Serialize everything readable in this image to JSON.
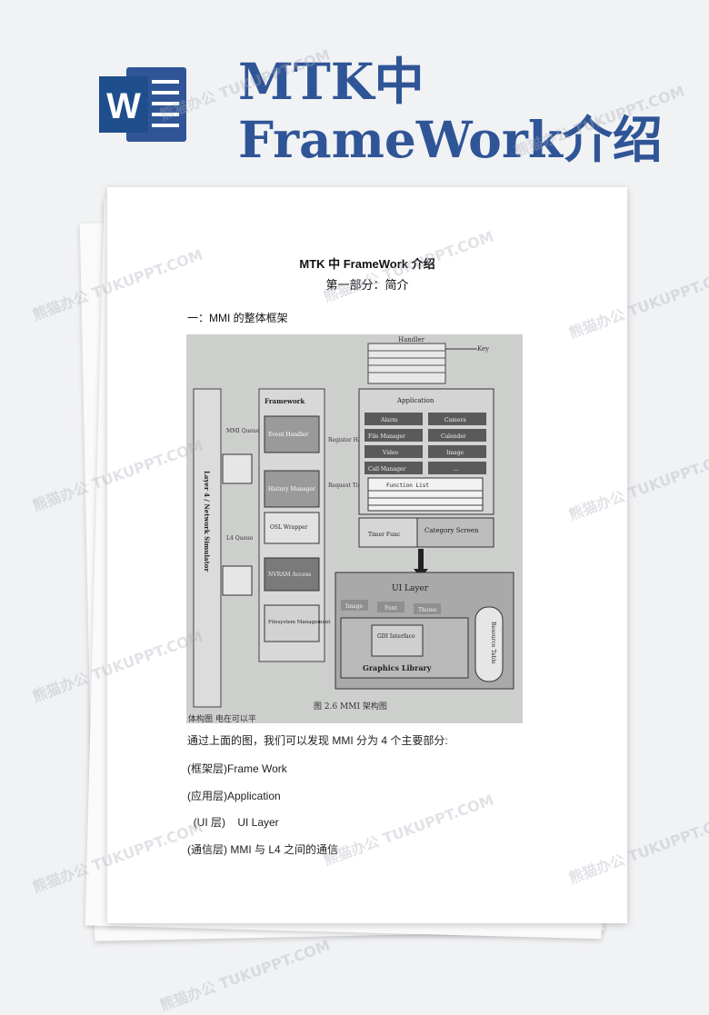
{
  "header": {
    "title": "MTK中FrameWork介绍",
    "logo_letter": "W",
    "brand_color": "#2f5597"
  },
  "document": {
    "heading": "MTK 中 FrameWork 介绍",
    "subheading": "第一部分：简介",
    "section_title": "一：MMI 的整体框架",
    "figure": {
      "caption": "图 2.6  MMI 架构图",
      "bottom_text": "体构图    电在可以平",
      "labels": {
        "handler": "Handler",
        "key": "Key",
        "framework": "Framework",
        "application": "Application",
        "event_handler": "Event Handler",
        "history_manager": "History Manager",
        "osl_wrapper": "OSL Wrapper",
        "nvram_access": "NVRAM Access",
        "filesystem_management": "Filesystem Management",
        "register_handler": "Register Handler",
        "request_timer": "Request Timer",
        "mmi_queue": "MMI Queue",
        "l4_queue": "L4 Queue",
        "layer4": "Layer 4 / Network Simulator",
        "alarm": "Alarm",
        "camera": "Camera",
        "file_manager": "File Manager",
        "calender": "Calender",
        "video": "Video",
        "image": "Image",
        "call_manager": "Call Manager",
        "dots": "...",
        "function_list": "Function  List",
        "timer_func": "Timer Func",
        "category_screen": "Category Screen",
        "ui_layer": "UI     Layer",
        "ui_image": "Image",
        "font": "Font",
        "theme": "Theme",
        "gdi_interface": "GDI Interface",
        "graphics_library": "Graphics Library",
        "resource_table": "Resource Table"
      }
    },
    "paragraphs": [
      "通过上面的图，我们可以发现 MMI 分为 4 个主要部分:",
      "(框架层)Frame Work",
      "(应用层)Application",
      "  (UI 层)    UI Layer",
      "(通信层) MMI 与 L4 之间的通信"
    ]
  },
  "watermark": "熊猫办公 TUKUPPT.COM"
}
